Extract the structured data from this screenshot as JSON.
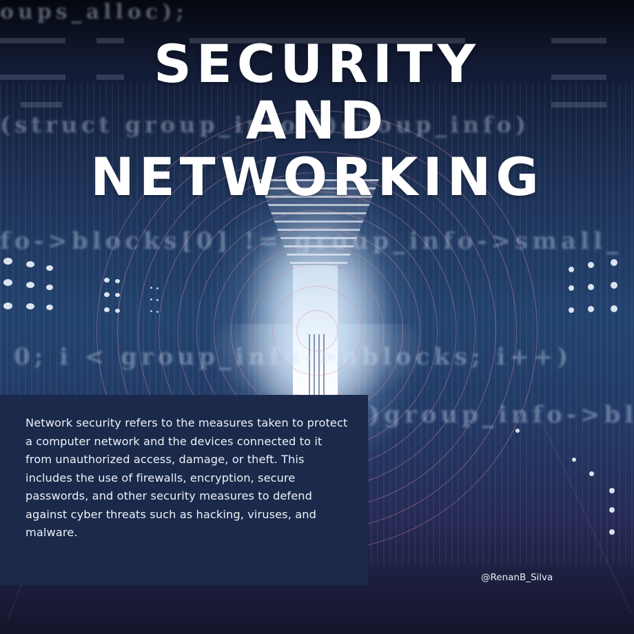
{
  "title": {
    "lines": [
      "SECURITY",
      "AND",
      "NETWORKING"
    ]
  },
  "background_code": [
    "oups_alloc);",
    "(struct group_info *)group_info)",
    "fo->blocks[0] != group_info->small_",
    "0; i < group_info->nblocks; i++)",
    ")group_info->bl"
  ],
  "description": "Network security refers to the measures taken to protect a computer network and the devices connected to it from unauthorized access, damage, or theft. This includes the use of firewalls, encryption, secure passwords, and other security measures to defend against cyber threats such as hacking, viruses, and malware.",
  "author_handle": "@RenanB_Silva",
  "colors": {
    "card_bg": "#1b2a4b",
    "title": "#ffffff",
    "ring": "#dc8ca0",
    "bg_top": "#05070f",
    "bg_mid": "#22426e",
    "bg_bottom": "#14142a"
  }
}
